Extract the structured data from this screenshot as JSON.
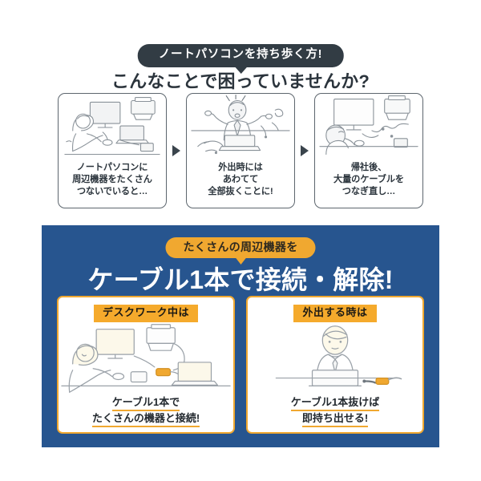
{
  "top": {
    "badge_label": "ノートパソコンを持ち歩く方!",
    "headline": "こんなことで困っていませんか?",
    "arrow_icon": "triangle-right-icon",
    "panels": [
      {
        "art_name": "desk-with-monitor-laptop-printer-illustration",
        "caption_lines": [
          "ノートパソコンに",
          "周辺機器をたくさん",
          "つないでいると…"
        ]
      },
      {
        "art_name": "flustered-person-unplugging-cables-illustration",
        "caption_lines": [
          "外出時には",
          "あわてて",
          "全部抜くことに!"
        ]
      },
      {
        "art_name": "reconnecting-many-cables-illustration",
        "caption_lines": [
          "帰社後、",
          "大量のケーブルを",
          "つなぎ直し…"
        ]
      }
    ]
  },
  "navy": {
    "badge_label": "たくさんの周辺機器を",
    "headline": "ケーブル1本で接続・解除!",
    "cards": [
      {
        "tag": "デスクワーク中は",
        "art_name": "deskwork-single-cable-hub-illustration",
        "caption_lines": [
          "ケーブル1本で",
          "たくさんの機器と接続!"
        ]
      },
      {
        "tag": "外出する時は",
        "art_name": "person-unplugging-one-cable-illustration",
        "caption_lines": [
          "ケーブル1本抜けば",
          "即持ち出せる!"
        ]
      }
    ]
  },
  "colors": {
    "navy": "#27558f",
    "amber": "#f0a830",
    "dark_slate": "#323c44",
    "text_dark": "#2b343c",
    "line_art": "#8a9299"
  }
}
